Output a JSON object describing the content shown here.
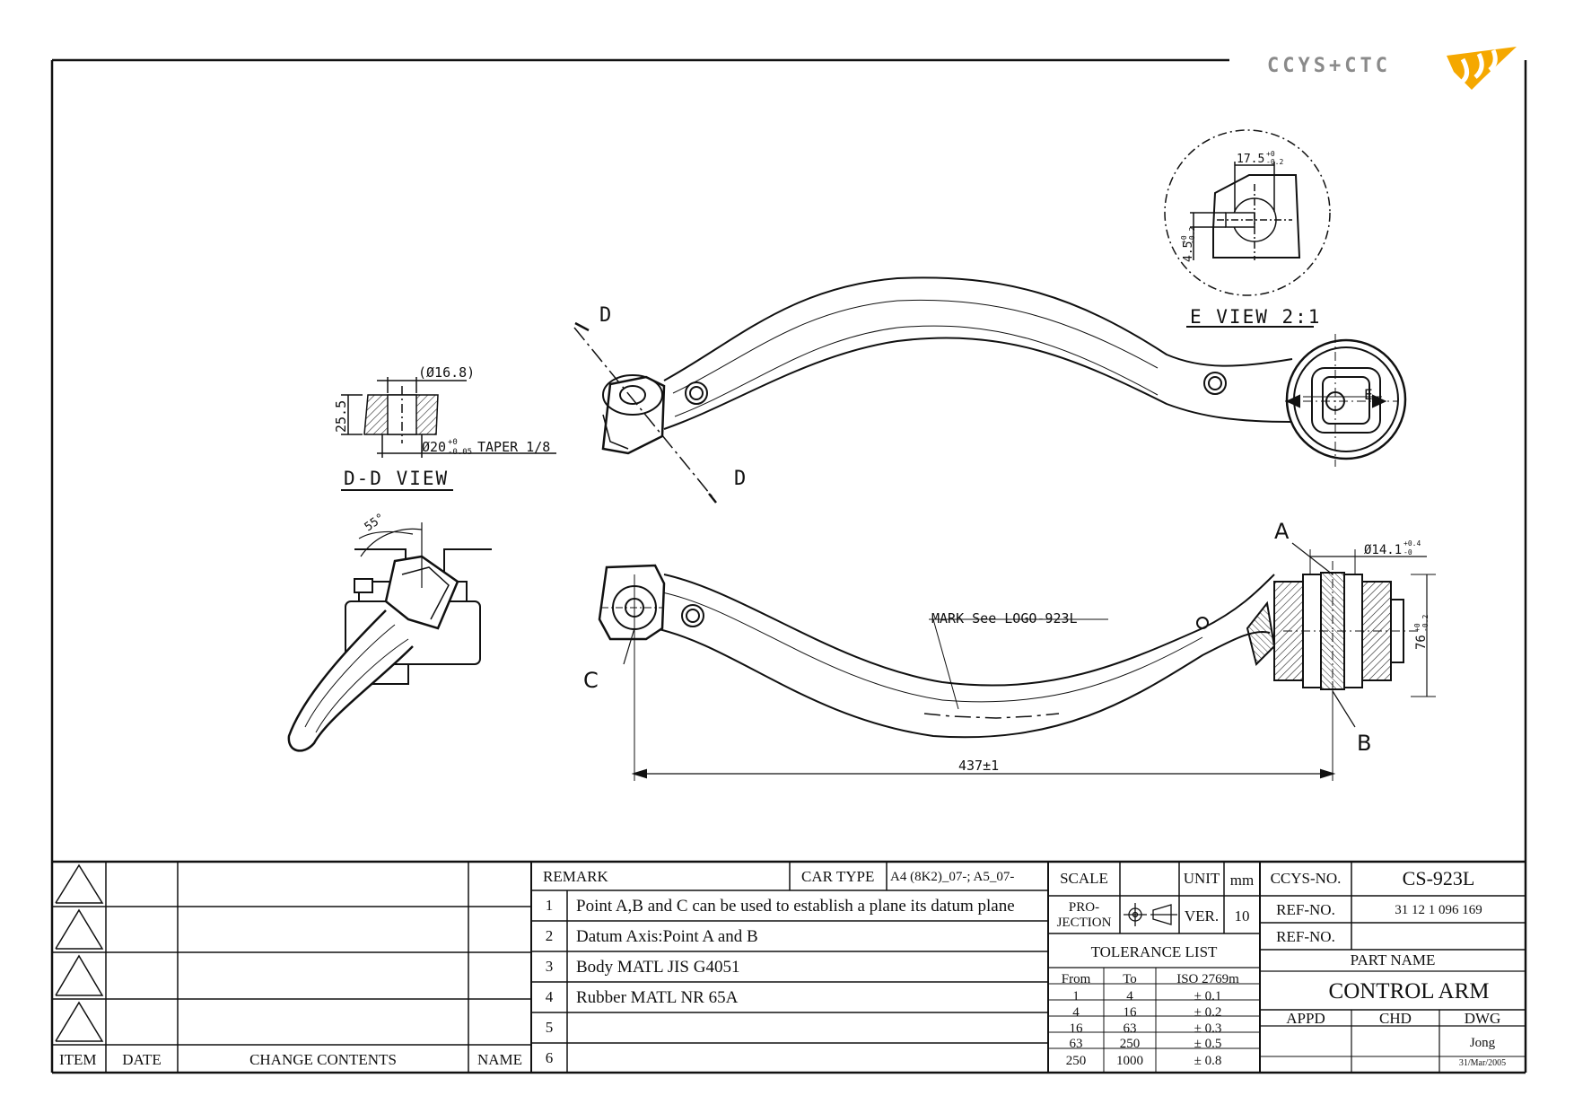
{
  "brand": {
    "name": "CCYS+CTC",
    "accent": "#F5A800",
    "text_color": "#8a8a8a"
  },
  "views": {
    "dd_view": {
      "title": "D-D VIEW",
      "dim_diameter": "(Ø16.8)",
      "dim_height": "25.5",
      "dim_taper": "Ø20",
      "dim_taper_tol_upper": "+0",
      "dim_taper_tol_lower": "-0.05",
      "taper_text": "TAPER 1/8"
    },
    "e_view": {
      "title": "E VIEW 2:1",
      "dim_width": "17.5",
      "dim_width_tol_upper": "+0",
      "dim_width_tol_lower": "-0.2",
      "dim_slot": "4.5",
      "dim_slot_tol_upper": "+0",
      "dim_slot_tol_lower": "-0.2"
    },
    "side_view": {
      "angle": "55°"
    },
    "section_marks": {
      "d_top": "D",
      "d_bottom": "D",
      "e_label": "E"
    },
    "front_view": {
      "point_a": "A",
      "point_b": "B",
      "point_c": "C",
      "mark_note": "MARK See LOGO-923L",
      "dim_length": "437±1",
      "dim_bore": "Ø14.1",
      "dim_bore_tol_upper": "+0.4",
      "dim_bore_tol_lower": "-0",
      "dim_width": "76",
      "dim_width_tol_upper": "+0",
      "dim_width_tol_lower": "-0.2"
    }
  },
  "revision_table": {
    "headers": {
      "item": "ITEM",
      "date": "DATE",
      "change_contents": "CHANGE CONTENTS",
      "name": "NAME"
    },
    "rows": 4
  },
  "remark": {
    "title": "REMARK",
    "car_type_label": "CAR TYPE",
    "car_type_value": "A4 (8K2)_07-; A5_07-",
    "items": [
      {
        "no": "1",
        "text": "Point A,B and C can be used to establish a plane its datum plane"
      },
      {
        "no": "2",
        "text": "Datum Axis:Point A and B"
      },
      {
        "no": "3",
        "text": "Body MATL JIS G4051"
      },
      {
        "no": "4",
        "text": "Rubber MATL NR 65A"
      },
      {
        "no": "5",
        "text": ""
      },
      {
        "no": "6",
        "text": ""
      }
    ]
  },
  "spec": {
    "scale_label": "SCALE",
    "scale_value": "",
    "unit_label": "UNIT",
    "unit_value": "mm",
    "projection_label_1": "PRO-",
    "projection_label_2": "JECTION",
    "ver_label": "VER.",
    "ver_value": "10",
    "tolerance_title": "TOLERANCE LIST",
    "tolerance_headers": {
      "from": "From",
      "to": "To",
      "iso": "ISO 2769m"
    },
    "tolerance_rows": [
      {
        "from": "1",
        "to": "4",
        "tol": "± 0.1"
      },
      {
        "from": "4",
        "to": "16",
        "tol": "± 0.2"
      },
      {
        "from": "16",
        "to": "63",
        "tol": "± 0.3"
      },
      {
        "from": "63",
        "to": "250",
        "tol": "± 0.5"
      },
      {
        "from": "250",
        "to": "1000",
        "tol": "± 0.8"
      }
    ]
  },
  "part": {
    "ccys_no_label": "CCYS-NO.",
    "ccys_no_value": "CS-923L",
    "ref_no_label_1": "REF-NO.",
    "ref_no_value_1": "31 12 1 096 169",
    "ref_no_label_2": "REF-NO.",
    "ref_no_value_2": "",
    "part_name_label": "PART NAME",
    "part_name_value": "CONTROL ARM",
    "appd_label": "APPD",
    "chd_label": "CHD",
    "dwg_label": "DWG",
    "dwg_name": "Jong",
    "dwg_date": "31/Mar/2005"
  }
}
